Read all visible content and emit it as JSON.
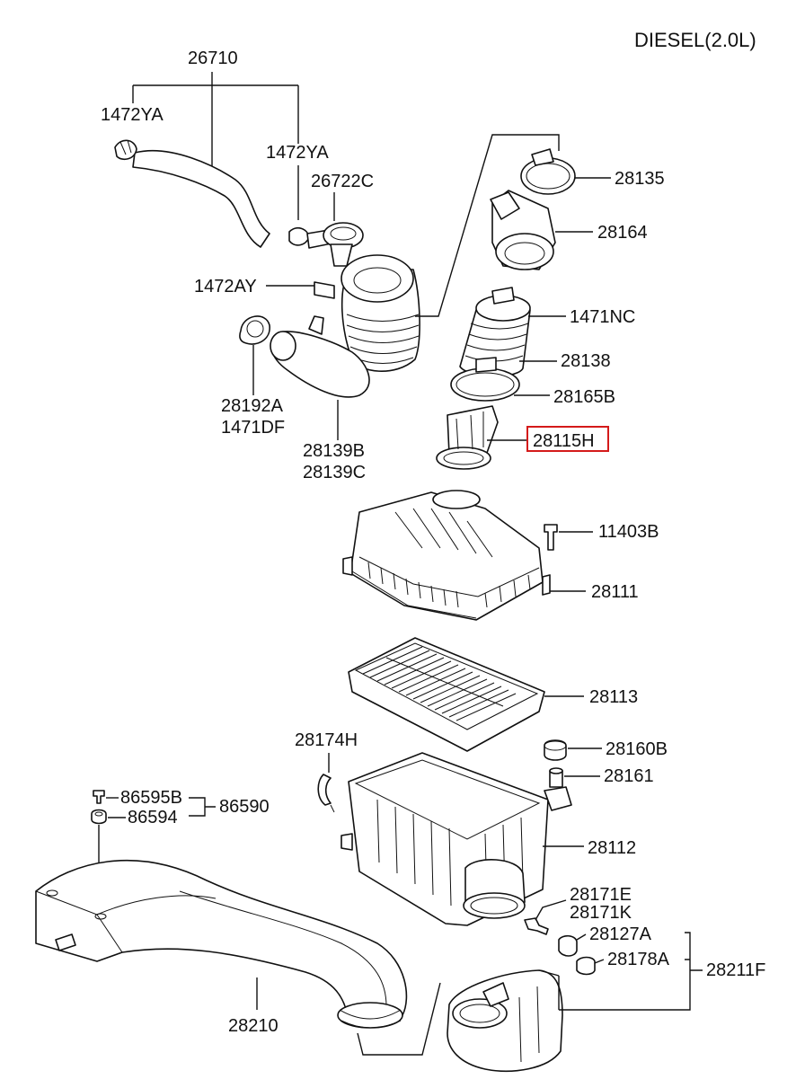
{
  "diagram": {
    "title": "DIESEL(2.0L)",
    "highlighted_part": "28115H",
    "labels": {
      "p26710": "26710",
      "p1472ya_left": "1472YA",
      "p1472ya_right": "1472YA",
      "p26722c": "26722C",
      "p1472ay": "1472AY",
      "p28192a": "28192A",
      "p1471df": "1471DF",
      "p28139b": "28139B",
      "p28139c": "28139C",
      "p28135": "28135",
      "p28164": "28164",
      "p1471nc": "1471NC",
      "p28138": "28138",
      "p28165b": "28165B",
      "p28115h": "28115H",
      "p11403b": "11403B",
      "p28111": "28111",
      "p28113": "28113",
      "p28174h": "28174H",
      "p28160b": "28160B",
      "p28161": "28161",
      "p86595b": "86595B",
      "p86590": "86590",
      "p86594": "86594",
      "p28112": "28112",
      "p28171e": "28171E",
      "p28171k": "28171K",
      "p28127a": "28127A",
      "p28178a": "28178A",
      "p28211f": "28211F",
      "p28210": "28210"
    }
  }
}
